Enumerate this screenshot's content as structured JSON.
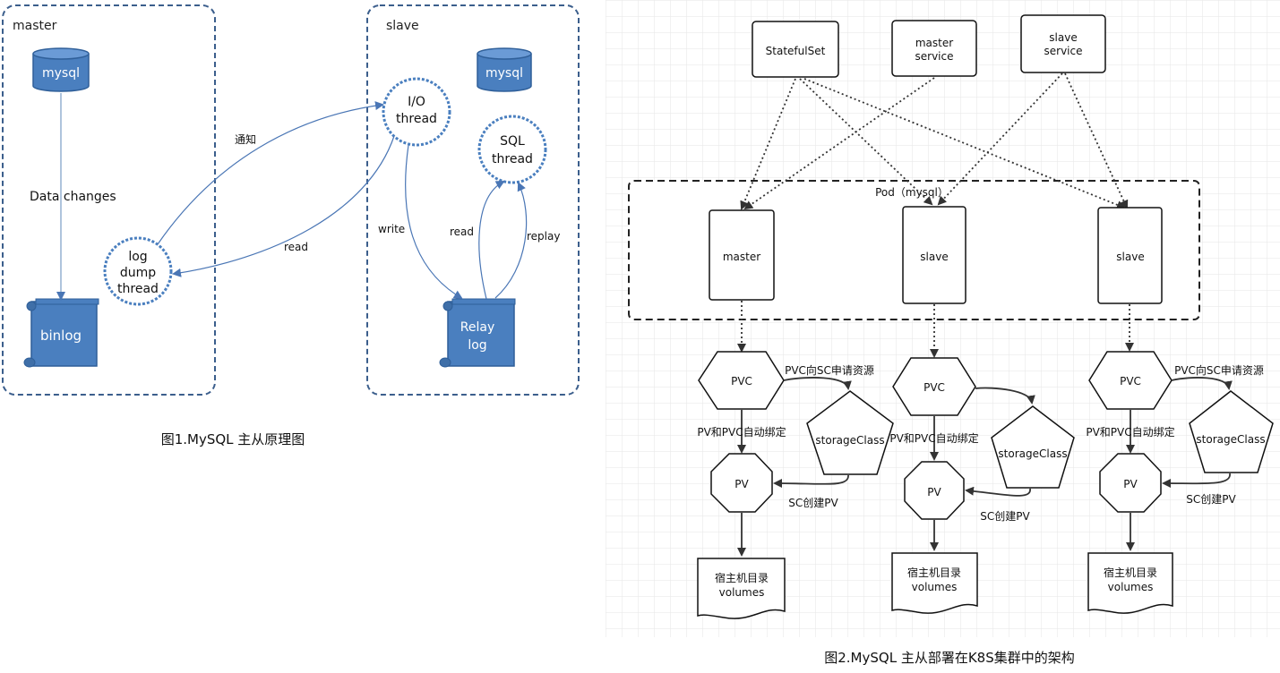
{
  "fig1": {
    "caption": "图1.MySQL 主从原理图",
    "master_label": "master",
    "slave_label": "slave",
    "master_mysql": "mysql",
    "slave_mysql": "mysql",
    "binlog": "binlog",
    "log_dump": [
      "log",
      "dump",
      "thread"
    ],
    "io_thread": [
      "I/O",
      "thread"
    ],
    "sql_thread": [
      "SQL",
      "thread"
    ],
    "relay_log": [
      "Relay",
      "log"
    ],
    "edge_data_changes": "Data changes",
    "edge_notify": "通知",
    "edge_read_master": "read",
    "edge_write": "write",
    "edge_read_slave": "read",
    "edge_replay": "replay"
  },
  "fig2": {
    "caption": "图2.MySQL 主从部署在K8S集群中的架构",
    "statefulset": "StatefulSet",
    "master_service": [
      "master",
      "service"
    ],
    "slave_service": [
      "slave",
      "service"
    ],
    "pod_label": "Pod（mysql）",
    "columns": [
      {
        "pod": "master",
        "pvc": "PVC",
        "pv": "PV",
        "sc": "storageClass",
        "pvc_to_sc": "PVC向SC申请资源",
        "pv_bind": "PV和PVC自动绑定",
        "sc_create": "SC创建PV",
        "volumes": [
          "宿主机目录",
          "volumes"
        ]
      },
      {
        "pod": "slave",
        "pvc": "PVC",
        "pv": "PV",
        "sc": "storageClass",
        "pvc_to_sc": "",
        "pv_bind": "PV和PVC自动绑定",
        "sc_create": "SC创建PV",
        "volumes": [
          "宿主机目录",
          "volumes"
        ]
      },
      {
        "pod": "slave",
        "pvc": "PVC",
        "pv": "PV",
        "sc": "storageClass",
        "pvc_to_sc": "PVC向SC申请资源",
        "pv_bind": "PV和PVC自动绑定",
        "sc_create": "SC创建PV",
        "volumes": [
          "宿主机目录",
          "volumes"
        ]
      }
    ]
  },
  "colors": {
    "blue_fill": "#4a7fbf",
    "blue_stroke": "#2f5f99",
    "dash_blue": "#3b5e8c",
    "line_blue": "#4a76b5",
    "dark": "#333333",
    "grid": "#e6e6e6"
  }
}
